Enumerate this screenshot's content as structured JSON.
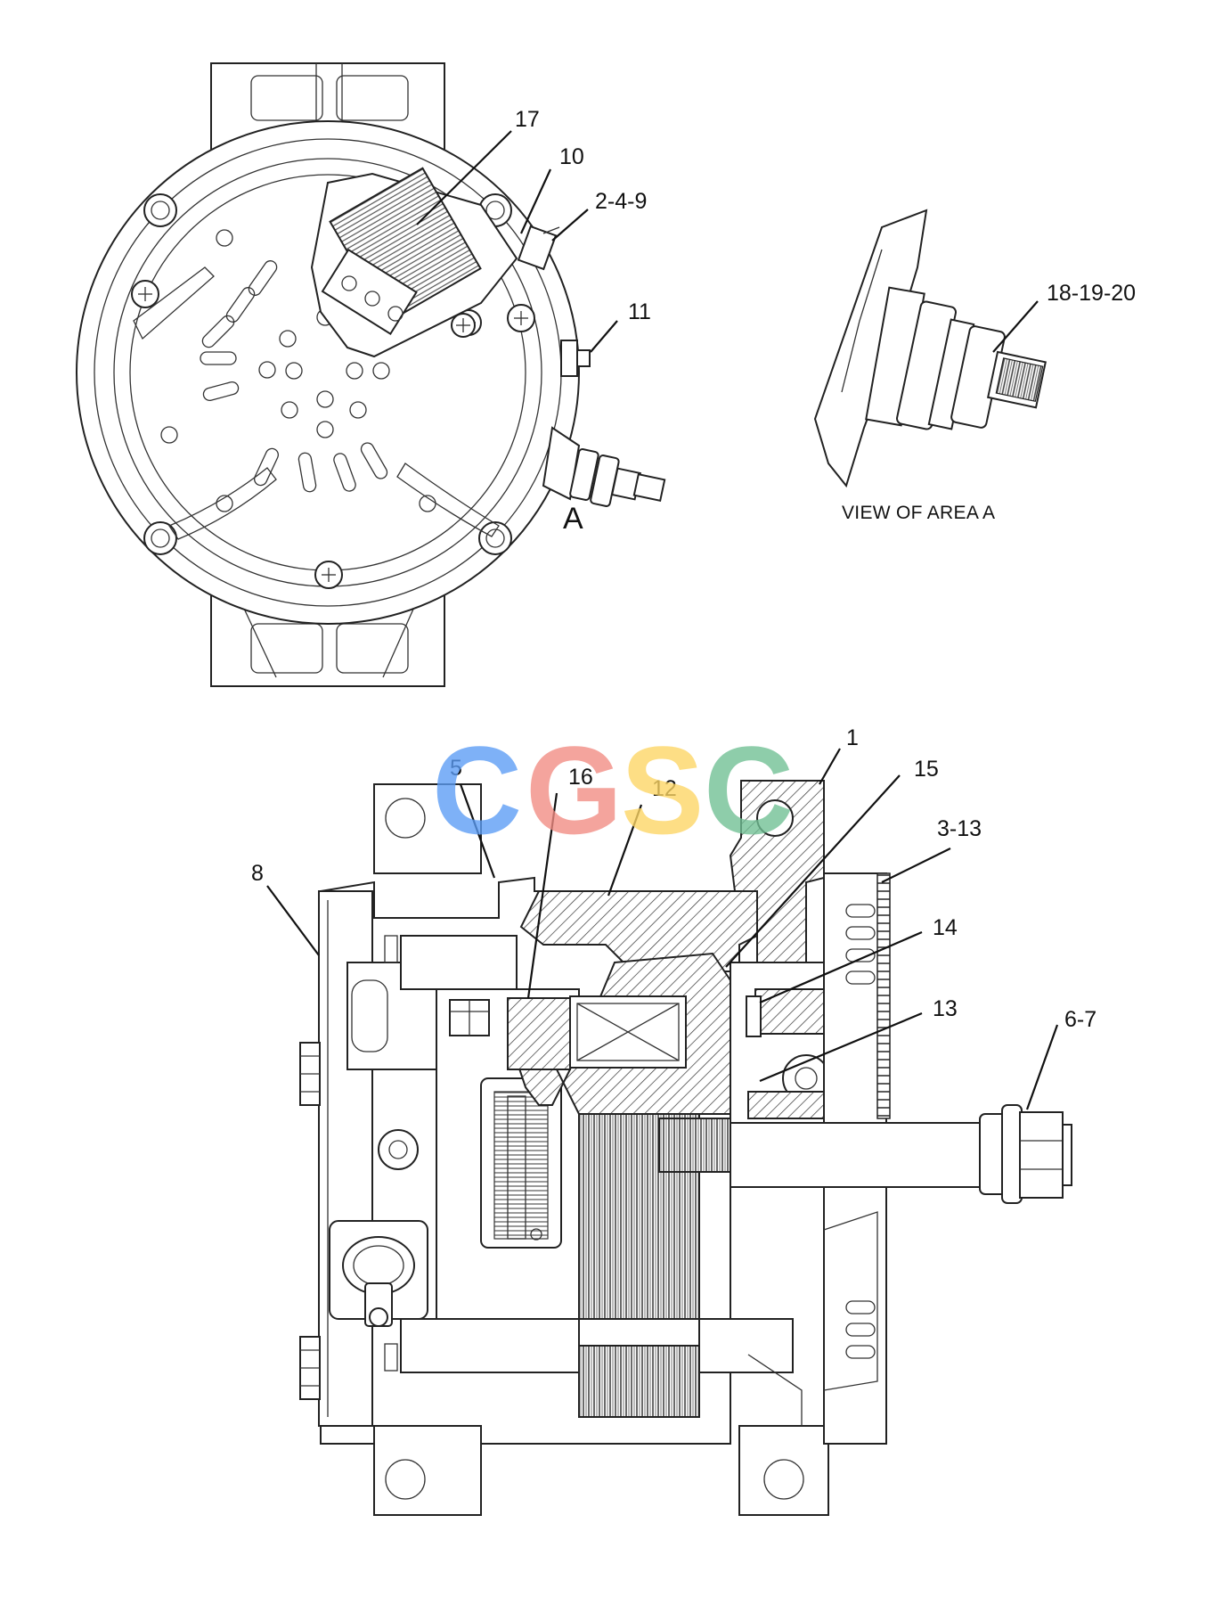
{
  "callouts": {
    "c17": "17",
    "c10": "10",
    "c249": "2-4-9",
    "c11": "11",
    "c181920": "18-19-20",
    "c1": "1",
    "c15": "15",
    "c5": "5",
    "c16": "16",
    "c12": "12",
    "c313": "3-13",
    "c8": "8",
    "c14": "14",
    "c13": "13",
    "c67": "6-7"
  },
  "view_caption": "VIEW OF AREA  A",
  "area_letter": "A",
  "watermark": {
    "text": "CGSC",
    "colors": [
      "#5b9cf5",
      "#f28b82",
      "#fdd663",
      "#6fbf93"
    ]
  }
}
